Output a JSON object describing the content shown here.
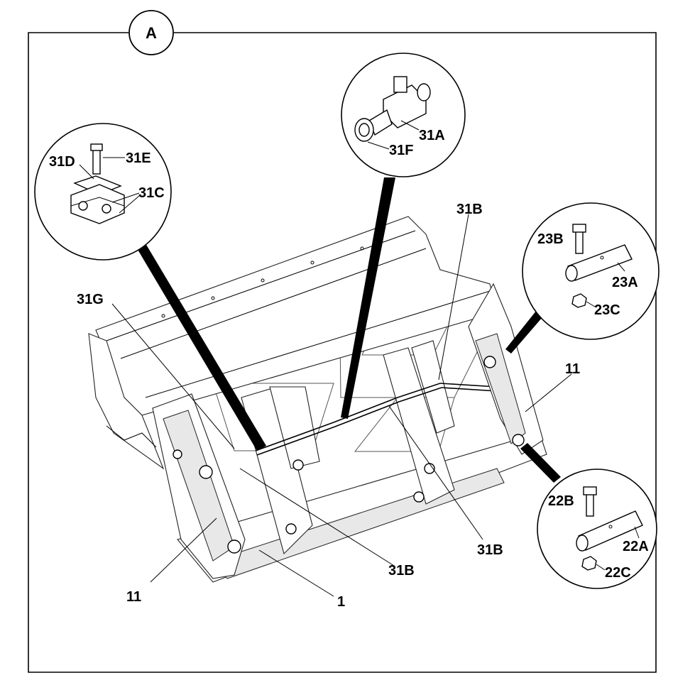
{
  "view_id": "A",
  "labels": {
    "l_31D": "31D",
    "l_31E": "31E",
    "l_31C": "31C",
    "l_31A": "31A",
    "l_31F": "31F",
    "l_31B_top": "31B",
    "l_23B": "23B",
    "l_23A": "23A",
    "l_23C": "23C",
    "l_31G": "31G",
    "l_11_right": "11",
    "l_22B": "22B",
    "l_22A": "22A",
    "l_22C": "22C",
    "l_31B_mid": "31B",
    "l_31B_bottom": "31B",
    "l_11_left": "11",
    "l_1": "1"
  }
}
